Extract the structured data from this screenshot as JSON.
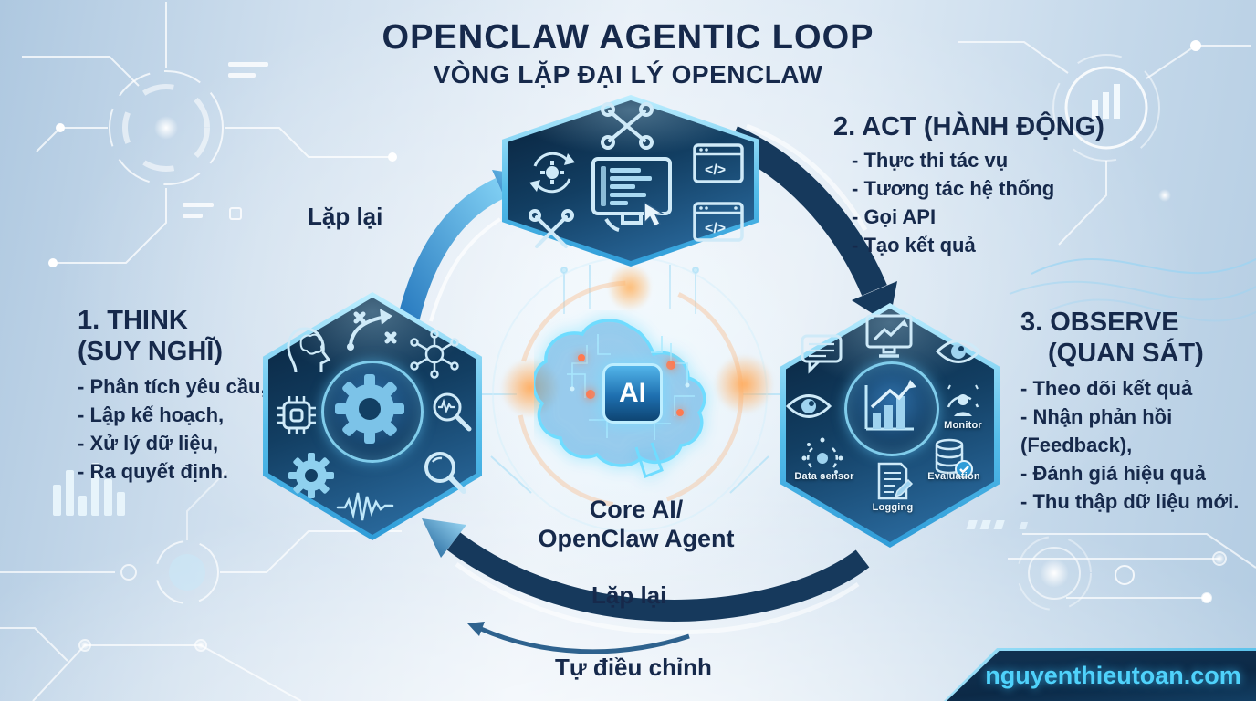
{
  "title": "OPENCLAW AGENTIC LOOP",
  "subtitle": "VÒNG LẶP ĐẠI LÝ OPENCLAW",
  "sections": {
    "think": {
      "heading_line1": "1. THINK",
      "heading_line2": "(SUY NGHĨ)",
      "bullets": [
        "- Phân tích yêu cầu,",
        "- Lập kế hoạch,",
        "- Xử lý dữ liệu,",
        "- Ra quyết định."
      ]
    },
    "act": {
      "heading_line1": "2. ACT (HÀNH ĐỘNG)",
      "bullets": [
        "- Thực thi tác vụ",
        "- Tương tác hệ thống",
        "- Gọi API",
        "- Tạo kết quả"
      ]
    },
    "observe": {
      "heading_line1": "3. OBSERVE",
      "heading_line2": "(QUAN SÁT)",
      "bullets": [
        "- Theo dõi kết quả",
        "- Nhận phản hồi (Feedback),",
        "- Đánh giá hiệu quả",
        "- Thu thập dữ liệu mới."
      ]
    }
  },
  "center": {
    "chip_label": "AI",
    "caption_line1": "Core AI/",
    "caption_line2": "OpenClaw Agent"
  },
  "loop_labels": {
    "top": "Lặp lại",
    "bottom": "Lặp lại",
    "self_adjust": "Tự điều chỉnh"
  },
  "observe_icon_labels": {
    "monitor": "Monitor",
    "data_sensor": "Data sensor",
    "logging": "Logging",
    "evaluation": "Evaluation"
  },
  "icons": {
    "act_hexagon": [
      "crossed-wrenches",
      "refresh-gear",
      "wrench-screwdriver",
      "code-monitor-hands",
      "code-window-cursor",
      "code-window"
    ],
    "think_hexagon": [
      "head-brain",
      "strategy-arrow",
      "network-nodes",
      "chip",
      "central-gear",
      "magnifier-waveform",
      "small-gear",
      "waveform",
      "magnifier"
    ],
    "observe_hexagon": [
      "chat-bubble",
      "chart-monitor",
      "eye",
      "eye",
      "bar-chart-growth",
      "person-monitor",
      "data-sensor",
      "logging-doc",
      "database-check"
    ]
  },
  "footer": {
    "website": "nguyenthieutoan.com"
  },
  "colors": {
    "heading_navy": "#16294b",
    "hexagon_dark": "#0a2641",
    "hexagon_glow": "#55bdea",
    "arrow_navy": "#16395c",
    "arrow_blue": "#2a7cc0",
    "banner_text_cyan": "#4fd2fb",
    "orange_glow": "#ff9a4d"
  }
}
